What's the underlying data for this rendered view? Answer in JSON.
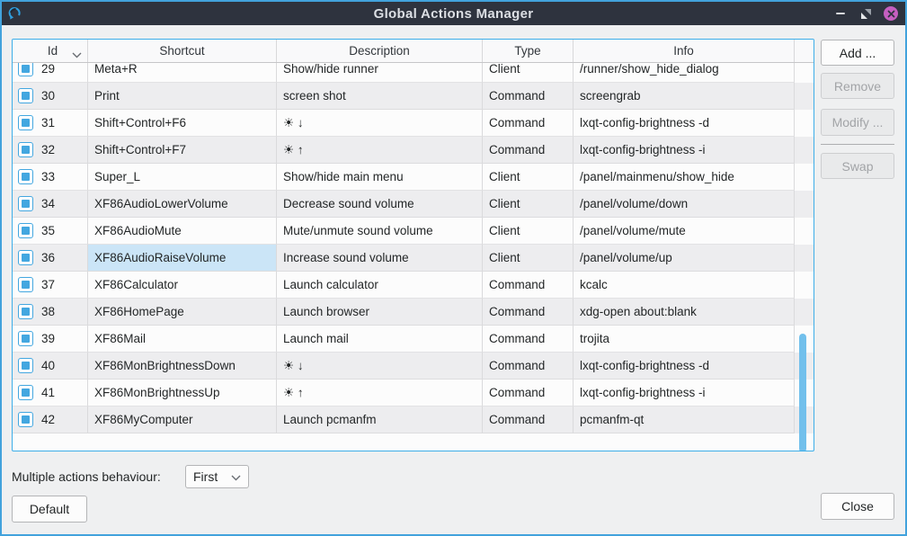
{
  "window": {
    "title": "Global Actions Manager",
    "icons": {
      "app_icon": "circular-arrow-keyboard-shortcuts",
      "minimize": "minimize-dash",
      "restore": "restore-diagonal-triangles",
      "close": "magenta-circle-x"
    }
  },
  "table": {
    "columns": [
      "Id",
      "Shortcut",
      "Description",
      "Type",
      "Info"
    ],
    "sorted_column": "Id",
    "selection": {
      "row": 36,
      "column": "shortcut"
    },
    "rows": [
      {
        "id": "29",
        "checked": true,
        "shortcut": "Meta+R",
        "description": "Show/hide runner",
        "type": "Client",
        "info": "/runner/show_hide_dialog"
      },
      {
        "id": "30",
        "checked": true,
        "shortcut": "Print",
        "description": "screen shot",
        "type": "Command",
        "info": "screengrab"
      },
      {
        "id": "31",
        "checked": true,
        "shortcut": "Shift+Control+F6",
        "description": "☀ ↓",
        "type": "Command",
        "info": "lxqt-config-brightness -d"
      },
      {
        "id": "32",
        "checked": true,
        "shortcut": "Shift+Control+F7",
        "description": "☀ ↑",
        "type": "Command",
        "info": "lxqt-config-brightness -i"
      },
      {
        "id": "33",
        "checked": true,
        "shortcut": "Super_L",
        "description": "Show/hide main menu",
        "type": "Client",
        "info": "/panel/mainmenu/show_hide"
      },
      {
        "id": "34",
        "checked": true,
        "shortcut": "XF86AudioLowerVolume",
        "description": "Decrease sound volume",
        "type": "Client",
        "info": "/panel/volume/down"
      },
      {
        "id": "35",
        "checked": true,
        "shortcut": "XF86AudioMute",
        "description": "Mute/unmute sound volume",
        "type": "Client",
        "info": "/panel/volume/mute"
      },
      {
        "id": "36",
        "checked": true,
        "shortcut": "XF86AudioRaiseVolume",
        "description": "Increase sound volume",
        "type": "Client",
        "info": "/panel/volume/up"
      },
      {
        "id": "37",
        "checked": true,
        "shortcut": "XF86Calculator",
        "description": "Launch calculator",
        "type": "Command",
        "info": "kcalc"
      },
      {
        "id": "38",
        "checked": true,
        "shortcut": "XF86HomePage",
        "description": "Launch browser",
        "type": "Command",
        "info": "xdg-open about:blank"
      },
      {
        "id": "39",
        "checked": true,
        "shortcut": "XF86Mail",
        "description": "Launch mail",
        "type": "Command",
        "info": "trojita"
      },
      {
        "id": "40",
        "checked": true,
        "shortcut": "XF86MonBrightnessDown",
        "description": "☀ ↓",
        "type": "Command",
        "info": "lxqt-config-brightness -d"
      },
      {
        "id": "41",
        "checked": true,
        "shortcut": "XF86MonBrightnessUp",
        "description": "☀ ↑",
        "type": "Command",
        "info": "lxqt-config-brightness -i"
      },
      {
        "id": "42",
        "checked": true,
        "shortcut": "XF86MyComputer",
        "description": "Launch pcmanfm",
        "type": "Command",
        "info": "pcmanfm-qt"
      }
    ]
  },
  "side_buttons": {
    "add": "Add ...",
    "remove": "Remove",
    "modify": "Modify ...",
    "swap": "Swap"
  },
  "footer": {
    "behaviour_label": "Multiple actions behaviour:",
    "behaviour_value": "First",
    "default_label": "Default",
    "close_label": "Close"
  },
  "colors": {
    "accent": "#3daee9",
    "window_border": "#42a2dc",
    "titlebar": "#2e333e",
    "selection_cell": "#cbe5f7",
    "scrollbar_thumb": "#72c0ec",
    "close_button_circle": "#c55fc0",
    "row_stripe": "#ededef"
  }
}
